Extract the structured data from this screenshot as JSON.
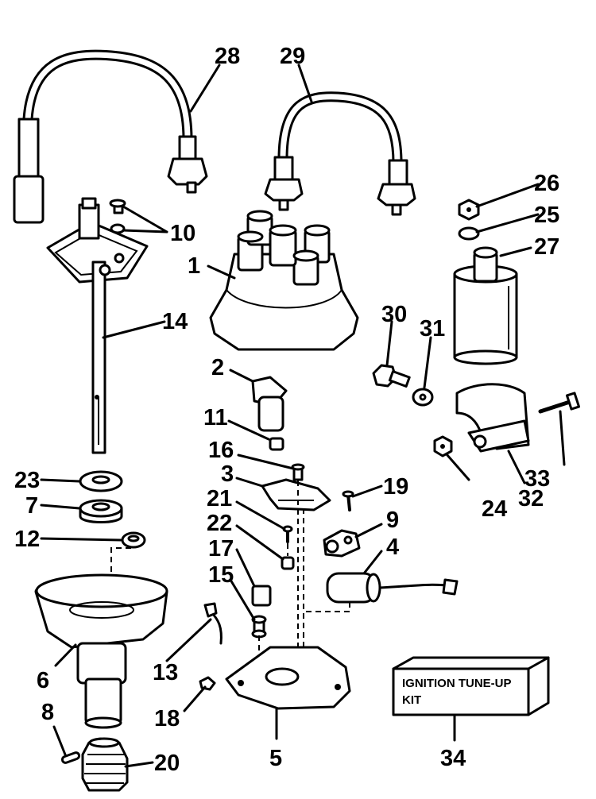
{
  "diagram": {
    "callouts": [
      "1",
      "2",
      "3",
      "4",
      "5",
      "6",
      "7",
      "8",
      "9",
      "10",
      "11",
      "12",
      "13",
      "14",
      "15",
      "16",
      "17",
      "18",
      "19",
      "20",
      "21",
      "22",
      "23",
      "24",
      "25",
      "26",
      "27",
      "28",
      "29",
      "30",
      "31",
      "32",
      "33",
      "34"
    ],
    "kit_label_line1": "IGNITION TUNE-UP",
    "kit_label_line2": "KIT"
  }
}
